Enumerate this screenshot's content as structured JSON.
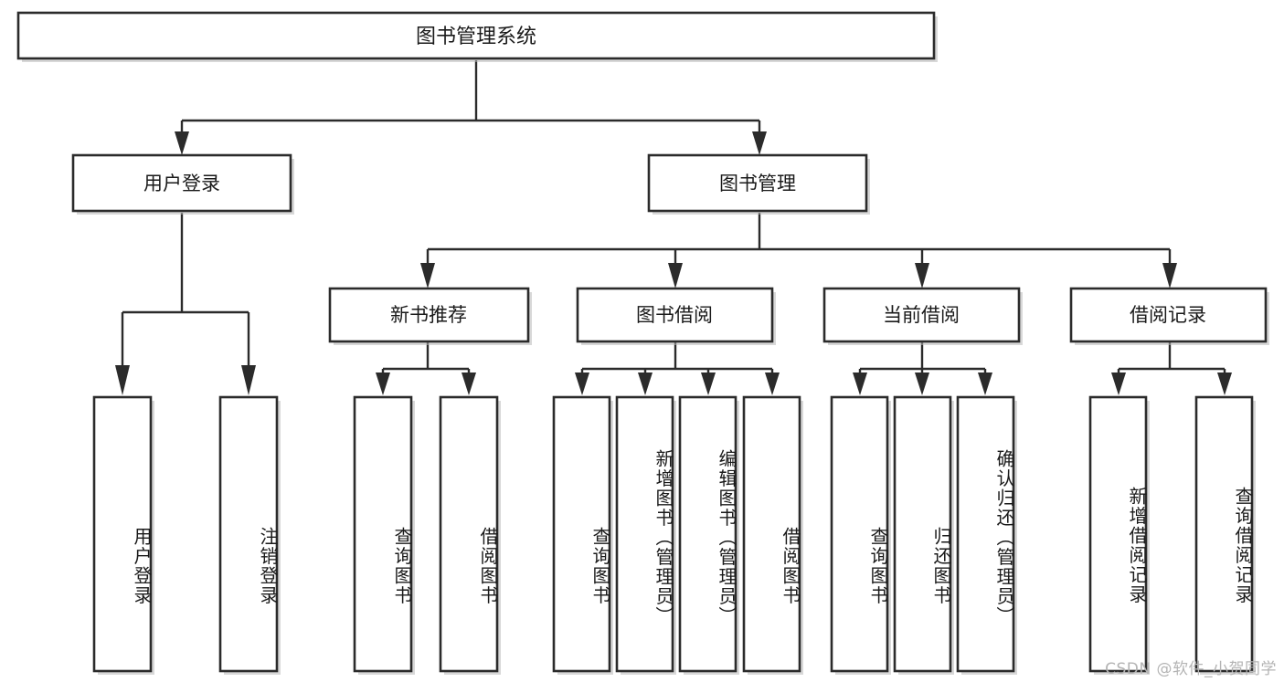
{
  "diagram": {
    "type": "tree-hierarchy",
    "title": "图书管理系统",
    "watermark": "CSDN @软件_小贺同学",
    "colors": {
      "box_stroke": "#2b2b2b",
      "box_fill": "#ffffff",
      "text": "#1a1a1a",
      "watermark": "#b4b4b4",
      "background": "#ffffff"
    },
    "root": {
      "id": "root",
      "label": "图书管理系统"
    },
    "level2": [
      {
        "id": "user-login",
        "label": "用户登录"
      },
      {
        "id": "book-manage",
        "label": "图书管理"
      }
    ],
    "level3": [
      {
        "id": "new-book-rec",
        "label": "新书推荐",
        "parent": "book-manage"
      },
      {
        "id": "book-borrow",
        "label": "图书借阅",
        "parent": "book-manage"
      },
      {
        "id": "current-borrow",
        "label": "当前借阅",
        "parent": "book-manage"
      },
      {
        "id": "borrow-record",
        "label": "借阅记录",
        "parent": "book-manage"
      }
    ],
    "leaves": {
      "user-login": [
        {
          "id": "leaf-user-login",
          "label": "用户登录"
        },
        {
          "id": "leaf-user-logout",
          "label": "注销登录"
        }
      ],
      "new-book-rec": [
        {
          "id": "leaf-query-book-1",
          "label": "查询图书"
        },
        {
          "id": "leaf-borrow-book-1",
          "label": "借阅图书"
        }
      ],
      "book-borrow": [
        {
          "id": "leaf-query-book-2",
          "label": "查询图书"
        },
        {
          "id": "leaf-add-book",
          "label": "新增图书（管理员）"
        },
        {
          "id": "leaf-edit-book",
          "label": "编辑图书（管理员）"
        },
        {
          "id": "leaf-borrow-book-2",
          "label": "借阅图书"
        }
      ],
      "current-borrow": [
        {
          "id": "leaf-query-book-3",
          "label": "查询图书"
        },
        {
          "id": "leaf-return-book",
          "label": "归还图书"
        },
        {
          "id": "leaf-confirm-return",
          "label": "确认归还（管理员）"
        }
      ],
      "borrow-record": [
        {
          "id": "leaf-add-record",
          "label": "新增借阅记录"
        },
        {
          "id": "leaf-query-record",
          "label": "查询借阅记录"
        }
      ]
    }
  }
}
